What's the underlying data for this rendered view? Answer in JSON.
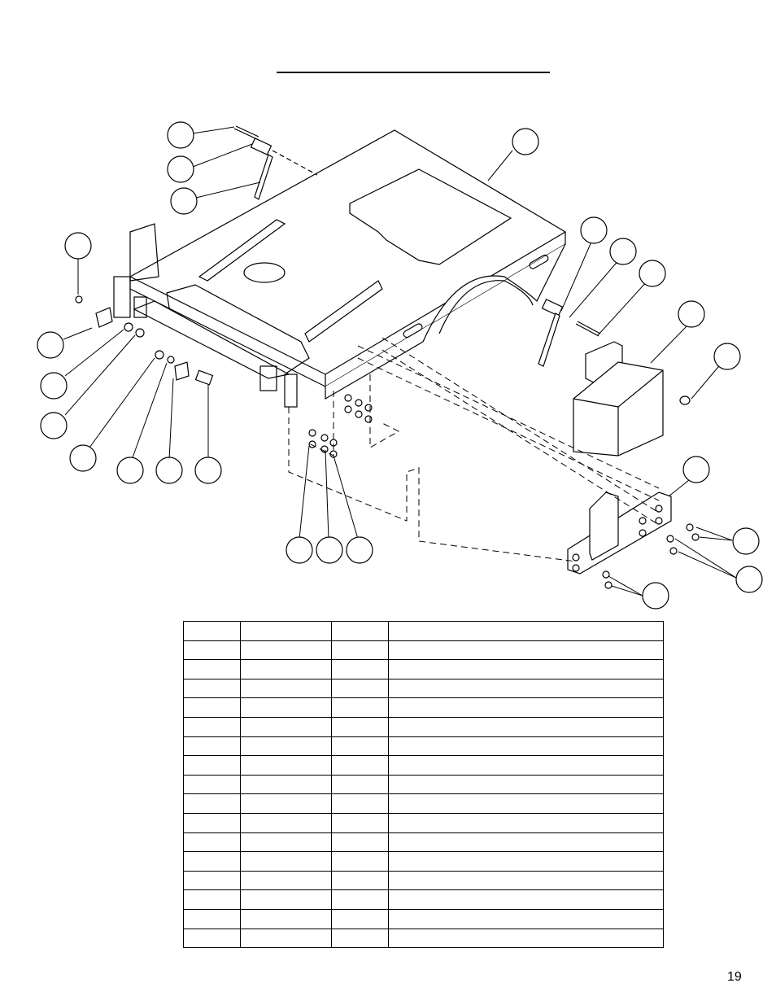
{
  "page": {
    "title": "",
    "number": "19"
  },
  "diagram": {
    "callouts": [
      {
        "id": "c1",
        "label": ""
      },
      {
        "id": "c2",
        "label": ""
      },
      {
        "id": "c3",
        "label": ""
      },
      {
        "id": "c4",
        "label": ""
      },
      {
        "id": "c5",
        "label": ""
      },
      {
        "id": "c6",
        "label": ""
      },
      {
        "id": "c7",
        "label": ""
      },
      {
        "id": "c8",
        "label": ""
      },
      {
        "id": "c9",
        "label": ""
      },
      {
        "id": "c10",
        "label": ""
      },
      {
        "id": "c11",
        "label": ""
      },
      {
        "id": "c12",
        "label": ""
      },
      {
        "id": "c13",
        "label": ""
      },
      {
        "id": "c14",
        "label": ""
      },
      {
        "id": "c15",
        "label": ""
      },
      {
        "id": "c16",
        "label": ""
      },
      {
        "id": "c17",
        "label": ""
      },
      {
        "id": "c18",
        "label": ""
      },
      {
        "id": "c19",
        "label": ""
      },
      {
        "id": "c20",
        "label": ""
      },
      {
        "id": "c21",
        "label": ""
      },
      {
        "id": "c22",
        "label": ""
      },
      {
        "id": "c23",
        "label": ""
      }
    ]
  },
  "parts_table": {
    "headers": [
      "",
      "",
      "",
      ""
    ],
    "rows": [
      [
        "",
        "",
        "",
        ""
      ],
      [
        "",
        "",
        "",
        ""
      ],
      [
        "",
        "",
        "",
        ""
      ],
      [
        "",
        "",
        "",
        ""
      ],
      [
        "",
        "",
        "",
        ""
      ],
      [
        "",
        "",
        "",
        ""
      ],
      [
        "",
        "",
        "",
        ""
      ],
      [
        "",
        "",
        "",
        ""
      ],
      [
        "",
        "",
        "",
        ""
      ],
      [
        "",
        "",
        "",
        ""
      ],
      [
        "",
        "",
        "",
        ""
      ],
      [
        "",
        "",
        "",
        ""
      ],
      [
        "",
        "",
        "",
        ""
      ],
      [
        "",
        "",
        "",
        ""
      ],
      [
        "",
        "",
        "",
        ""
      ],
      [
        "",
        "",
        "",
        ""
      ]
    ]
  }
}
